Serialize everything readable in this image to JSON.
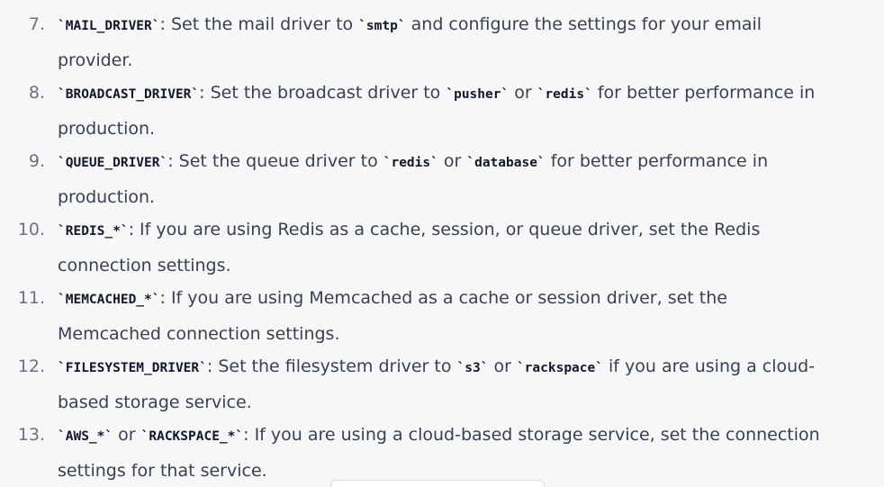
{
  "items": [
    {
      "number": "7.",
      "segments": [
        {
          "type": "code",
          "text": "`MAIL_DRIVER`"
        },
        {
          "type": "text",
          "text": ": Set the mail driver to "
        },
        {
          "type": "code",
          "text": "`smtp`"
        },
        {
          "type": "text",
          "text": " and configure the settings for your email provider."
        }
      ]
    },
    {
      "number": "8.",
      "segments": [
        {
          "type": "code",
          "text": "`BROADCAST_DRIVER`"
        },
        {
          "type": "text",
          "text": ": Set the broadcast driver to "
        },
        {
          "type": "code",
          "text": "`pusher`"
        },
        {
          "type": "text",
          "text": " or "
        },
        {
          "type": "code",
          "text": "`redis`"
        },
        {
          "type": "text",
          "text": " for better performance in production."
        }
      ]
    },
    {
      "number": "9.",
      "segments": [
        {
          "type": "code",
          "text": "`QUEUE_DRIVER`"
        },
        {
          "type": "text",
          "text": ": Set the queue driver to "
        },
        {
          "type": "code",
          "text": "`redis`"
        },
        {
          "type": "text",
          "text": " or "
        },
        {
          "type": "code",
          "text": "`database`"
        },
        {
          "type": "text",
          "text": " for better performance in production."
        }
      ]
    },
    {
      "number": "10.",
      "segments": [
        {
          "type": "code",
          "text": "`REDIS_*`"
        },
        {
          "type": "text",
          "text": ": If you are using Redis as a cache, session, or queue driver, set the Redis connection settings."
        }
      ]
    },
    {
      "number": "11.",
      "segments": [
        {
          "type": "code",
          "text": "`MEMCACHED_*`"
        },
        {
          "type": "text",
          "text": ": If you are using Memcached as a cache or session driver, set the Memcached connection settings."
        }
      ]
    },
    {
      "number": "12.",
      "segments": [
        {
          "type": "code",
          "text": "`FILESYSTEM_DRIVER`"
        },
        {
          "type": "text",
          "text": ": Set the filesystem driver to "
        },
        {
          "type": "code",
          "text": "`s3`"
        },
        {
          "type": "text",
          "text": " or "
        },
        {
          "type": "code",
          "text": "`rackspace`"
        },
        {
          "type": "text",
          "text": " if you are using a cloud-based storage service."
        }
      ]
    },
    {
      "number": "13.",
      "segments": [
        {
          "type": "code",
          "text": "`AWS_*`"
        },
        {
          "type": "text",
          "text": " or "
        },
        {
          "type": "code",
          "text": "`RACKSPACE_*`"
        },
        {
          "type": "text",
          "text": ": If you are using a cloud-based storage service, set the connection settings for that service."
        }
      ]
    }
  ]
}
